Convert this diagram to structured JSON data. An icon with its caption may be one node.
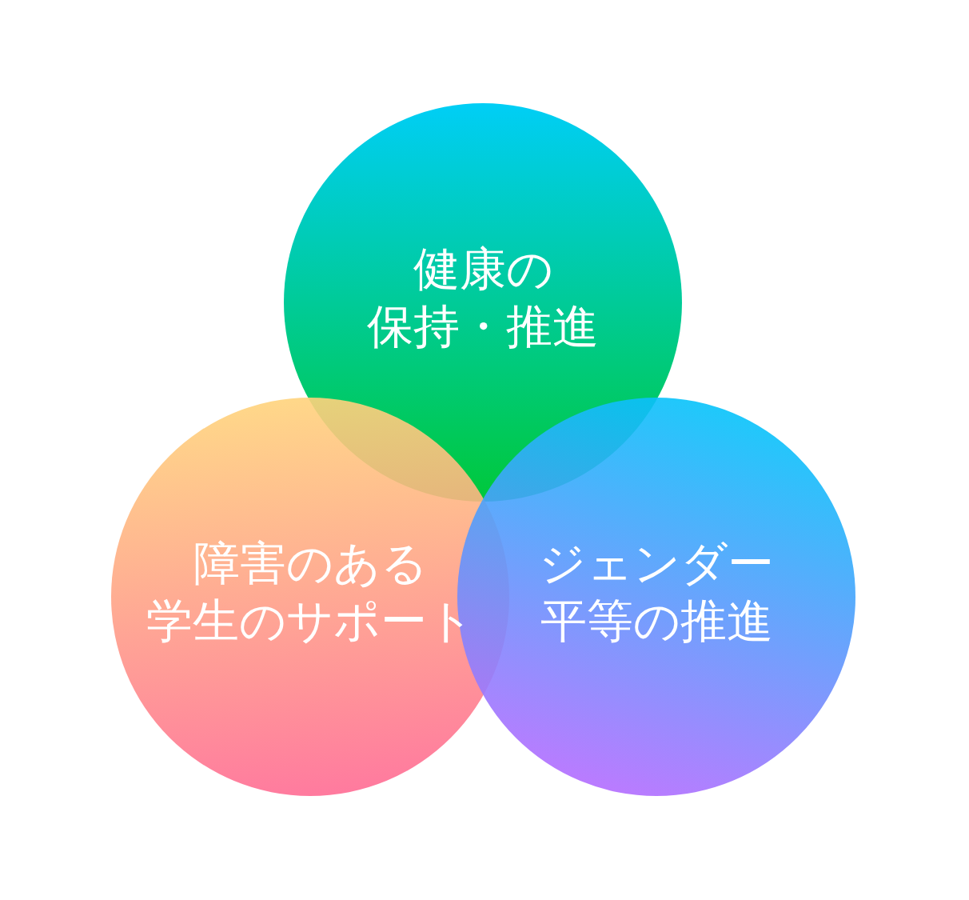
{
  "diagram": {
    "nodes": [
      {
        "text": [
          "健康の保持・推進"
        ]
      },
      {
        "text": [
          "障害のある学生のサポート"
        ]
      },
      {
        "text": [
          "ジェンダー平等の推進"
        ]
      }
    ]
  }
}
